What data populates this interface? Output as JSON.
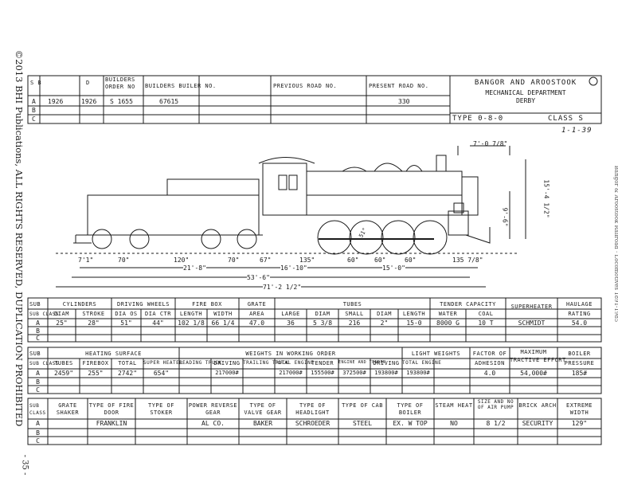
{
  "sidebar_left": "©2013 BHI Publications, ALL RIGHTS RESERVED, DUPLICATION PROHIBITED",
  "sidebar_right": "Bangor & Aroostook Railroad · Locomotives 1891-1985",
  "page_number": "- 35 -",
  "header": {
    "cols": [
      "S B",
      "D",
      "BUILDERS ORDER NO",
      "BUILDERS BUILER NO.",
      "PREVIOUS ROAD NO.",
      "PRESENT ROAD NO."
    ],
    "row_labels": [
      "A",
      "B",
      "C"
    ],
    "row_a": [
      "1926",
      "1926",
      "S 1655",
      "67615",
      "",
      "330"
    ],
    "company": "BANGOR AND AROOSTOOK",
    "department": "MECHANICAL DEPARTMENT",
    "location": "DERBY",
    "type": "TYPE 0-8-0",
    "class": "CLASS S",
    "date": "1-1-39"
  },
  "drawing": {
    "dims_bottom": [
      "7'1\"",
      "70\"",
      "120\"",
      "70\"",
      "67\"",
      "135\"",
      "60\"",
      "60\"",
      "60\"",
      "135 7/8\""
    ],
    "dims_long": [
      "21'-8\"",
      "16'-10\"",
      "15'-0\"",
      "53'-6\"",
      "71'-2 1/2\""
    ],
    "dims_vertical": [
      "15'-4 1/2\"",
      "9'-6\""
    ],
    "dim_width": "7'-0 7/8\"",
    "driver_dia": "51\""
  },
  "table1": {
    "groups": [
      "CYLINDERS",
      "DRIVING WHEELS",
      "FIRE BOX",
      "GRATE",
      "TUBES",
      "TENDER CAPACITY",
      "SUPERHEATER",
      "HAULAGE"
    ],
    "sub": [
      "SUB CLASS",
      "DIAM",
      "STROKE",
      "DIA OS",
      "DIA CTR",
      "LENGTH",
      "WIDTH",
      "AREA",
      "LARGE",
      "DIAM",
      "SMALL",
      "DIAM",
      "LENGTH",
      "WATER",
      "COAL",
      "",
      "RATING"
    ],
    "row_a": [
      "A",
      "25\"",
      "28\"",
      "51\"",
      "44\"",
      "102 1/8",
      "66 1/4",
      "47.0",
      "36",
      "5 3/8",
      "216",
      "2\"",
      "15-0",
      "8000 G",
      "10 T",
      "SCHMIDT",
      "54.0"
    ]
  },
  "table2": {
    "groups": [
      "HEATING SURFACE",
      "WEIGHTS IN WORKING ORDER",
      "LIGHT WEIGHTS",
      "FACTOR OF",
      "MAXIMUM",
      "BOILER"
    ],
    "sub": [
      "SUB CLASS",
      "TUBES",
      "FIREBOX",
      "TOTAL",
      "SUPER HEATER",
      "LEADING TRUCK",
      "DRIVING",
      "TRAILING TRUCK",
      "TOTAL ENGINE",
      "TENDER",
      "ENGINE AND TENDER",
      "DRIVING",
      "TOTAL ENGINE",
      "ADHESION",
      "TRACTIVE EFFORT",
      "PRESSURE"
    ],
    "row_a": [
      "A",
      "2459\"",
      "255\"",
      "2742\"",
      "654\"",
      "",
      "217000#",
      "",
      "217000#",
      "155500#",
      "372500#",
      "193800#",
      "193800#",
      "4.0",
      "54,000#",
      "185#"
    ]
  },
  "table3": {
    "sub": [
      "SUB CLASS",
      "GRATE SHAKER",
      "TYPE OF FIRE DOOR",
      "TYPE OF STOKER",
      "POWER REVERSE GEAR",
      "TYPE OF VALVE GEAR",
      "TYPE OF HEADLIGHT",
      "TYPE OF CAB",
      "TYPE OF BOILER",
      "STEAM HEAT",
      "SIZE AND NO OF AIR PUMP",
      "BRICK ARCH",
      "EXTREME WIDTH"
    ],
    "row_a": [
      "A",
      "",
      "FRANKLIN",
      "",
      "AL CO.",
      "BAKER",
      "SCHROEDER",
      "STEEL",
      "EX. W TOP",
      "NO",
      "8 1/2",
      "SECURITY",
      "129\""
    ]
  }
}
